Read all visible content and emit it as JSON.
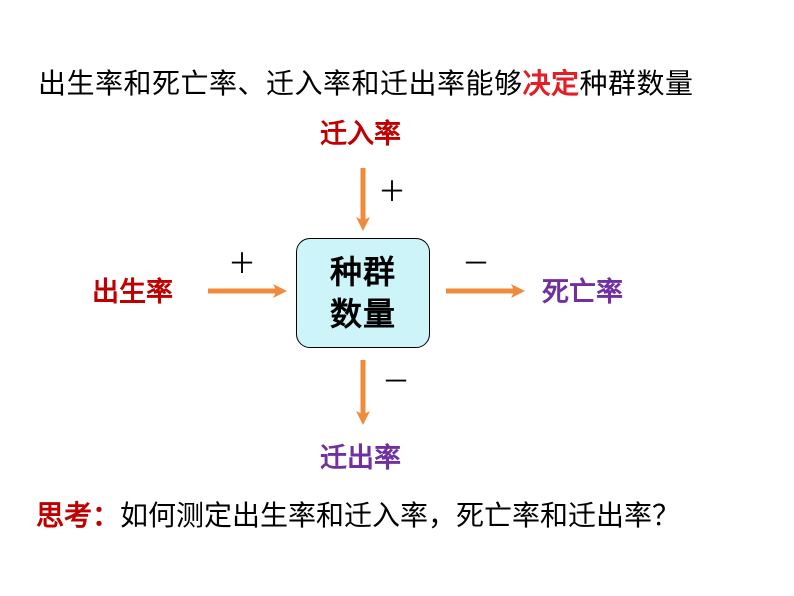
{
  "headline": {
    "before": "出生率和死亡率、迁入率和迁出率能够",
    "emphasis": "决定",
    "after": "种群数量"
  },
  "diagram": {
    "center": {
      "line1": "种群",
      "line2": "数量"
    },
    "top": {
      "label": "迁入率",
      "sign": "＋"
    },
    "left": {
      "label": "出生率",
      "sign": "＋"
    },
    "right": {
      "label": "死亡率",
      "sign": "－"
    },
    "bottom": {
      "label": "迁出率",
      "sign": "－"
    }
  },
  "question": {
    "prefix": "思考：",
    "text": "如何测定出生率和迁入率，死亡率和迁出率？"
  },
  "colors": {
    "emphasis_red": "#e31e24",
    "label_dark_red": "#c00000",
    "label_purple": "#7030a0",
    "arrow_orange": "#f08a3c",
    "box_fill": "#ccf4f9"
  }
}
